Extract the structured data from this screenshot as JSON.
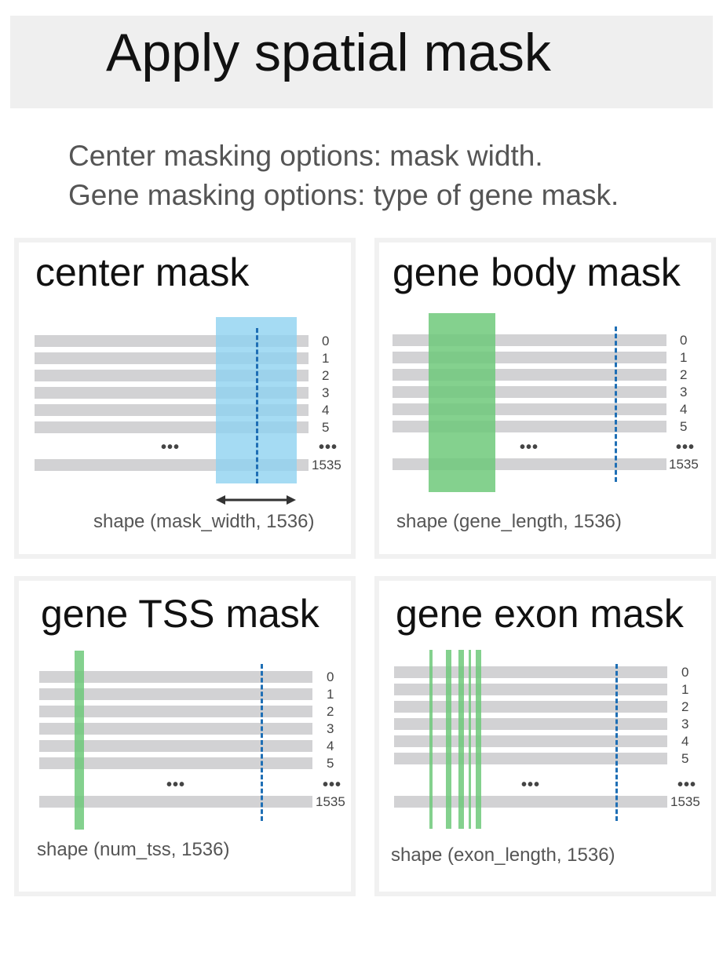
{
  "title": "Apply spatial mask",
  "subtitle_lines": [
    "Center masking options: mask width.",
    "Gene masking options: type of gene mask."
  ],
  "panels": [
    {
      "title": "center mask",
      "row_labels": [
        "0",
        "1",
        "2",
        "3",
        "4",
        "5",
        "1535"
      ],
      "ellipsis": "•••",
      "shape": "shape (mask_width, 1536)",
      "mask_color": "#8fd2f0"
    },
    {
      "title": "gene body mask",
      "row_labels": [
        "0",
        "1",
        "2",
        "3",
        "4",
        "5",
        "1535"
      ],
      "ellipsis": "•••",
      "shape": "shape (gene_length, 1536)",
      "mask_color": "#6fc97a"
    },
    {
      "title": "gene TSS mask",
      "row_labels": [
        "0",
        "1",
        "2",
        "3",
        "4",
        "5",
        "1535"
      ],
      "ellipsis": "•••",
      "shape": "shape (num_tss, 1536)",
      "mask_color": "#6fc97a"
    },
    {
      "title": "gene exon mask",
      "row_labels": [
        "0",
        "1",
        "2",
        "3",
        "4",
        "5",
        "1535"
      ],
      "ellipsis": "•••",
      "shape": "shape (exon_length, 1536)",
      "mask_color": "#6fc97a"
    }
  ]
}
